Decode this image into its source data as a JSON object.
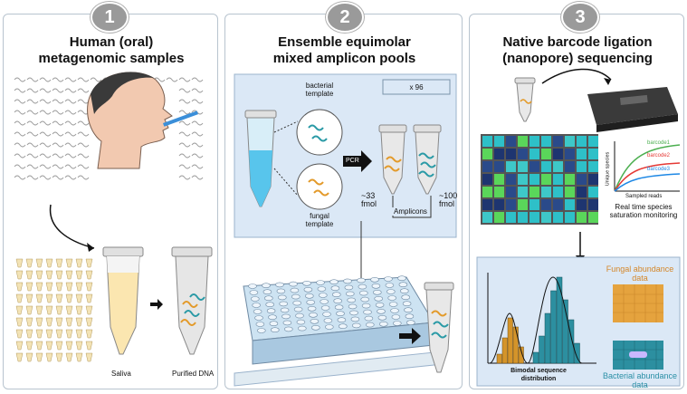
{
  "panels": [
    {
      "number": "1",
      "title_line1": "Human (oral)",
      "title_line2": "metagenomic samples"
    },
    {
      "number": "2",
      "title_line1": "Ensemble equimolar",
      "title_line2": "mixed amplicon pools"
    },
    {
      "number": "3",
      "title_line1": "Native barcode ligation",
      "title_line2": "(nanopore) sequencing"
    }
  ],
  "panel1": {
    "saliva_label": "Saliva",
    "purified_label": "Purified DNA"
  },
  "panel2": {
    "bacterial_template": "bacterial template",
    "fungal_template": "fungal template",
    "count": "x 96",
    "pcr": "PCR",
    "fmol_left": "~33 fmol",
    "fmol_right": "~100 fmol",
    "amplicons": "Amplicons"
  },
  "panel3": {
    "chart_legend": [
      "barcode1",
      "barcode2",
      "barcode3"
    ],
    "chart_legend_colors": [
      "#4caf50",
      "#e53935",
      "#1e88e5"
    ],
    "y_axis": "Unique species",
    "x_axis": "Sampled reads",
    "monitor_caption": "Real time species saturation monitoring",
    "fungal_caption": "Fungal abundance data",
    "bacterial_caption": "Bacterial abundance data",
    "bimodal_caption": "Bimodal sequence distribution"
  },
  "colors": {
    "fungal": "#e39a2a",
    "bacterial": "#2a9aa6",
    "badge": "#9a9a9a",
    "border": "#b8c4cf"
  }
}
